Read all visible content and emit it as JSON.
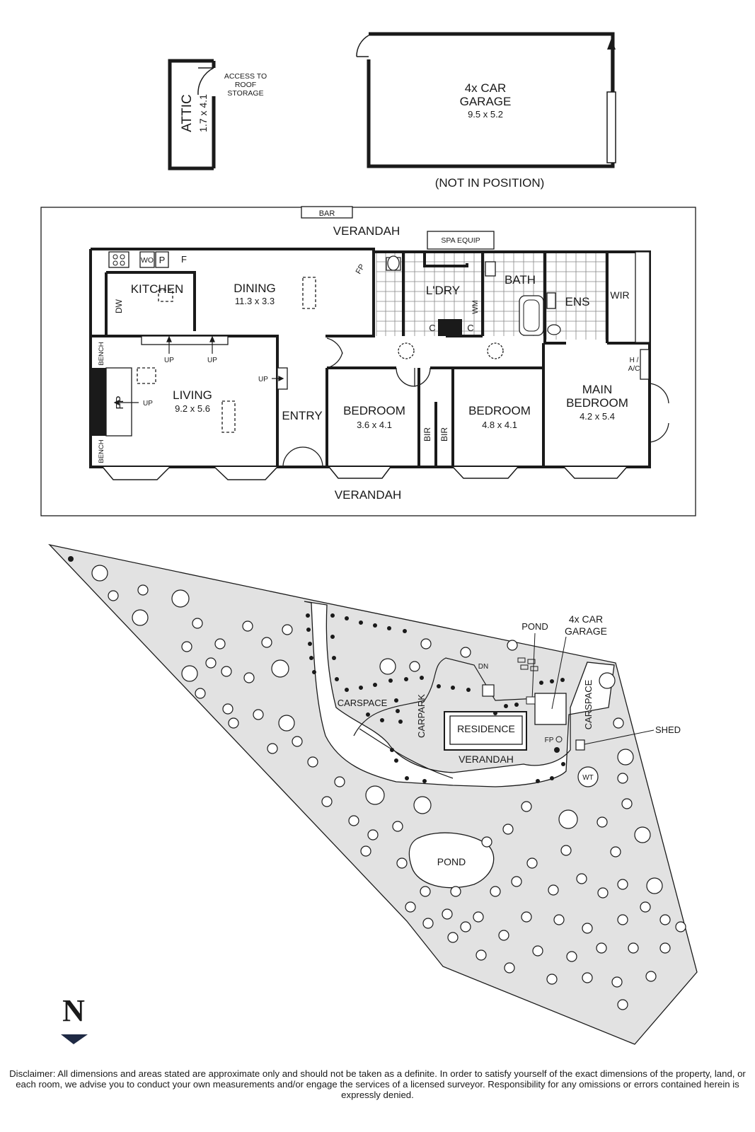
{
  "attic": {
    "label": "ATTIC",
    "dims": "1.7 x 4.1",
    "access_lines": [
      "ACCESS TO",
      "ROOF",
      "STORAGE"
    ]
  },
  "garage": {
    "lines": [
      "4x CAR",
      "GARAGE"
    ],
    "dims": "9.5 x 5.2",
    "note": "(NOT IN POSITION)"
  },
  "floorplan": {
    "bar": "BAR",
    "verandah_top": "VERANDAH",
    "verandah_bottom": "VERANDAH",
    "spa_equip": "SPA EQUIP",
    "kitchen": "KITCHEN",
    "dining": {
      "label": "DINING",
      "dims": "11.3 x 3.3"
    },
    "living": {
      "label": "LIVING",
      "dims": "9.2 x 5.6"
    },
    "entry": "ENTRY",
    "bedroom1": {
      "label": "BEDROOM",
      "dims": "3.6 x 4.1"
    },
    "bedroom2": {
      "label": "BEDROOM",
      "dims": "4.8 x 4.1"
    },
    "main_bedroom": {
      "lines": [
        "MAIN",
        "BEDROOM"
      ],
      "dims": "4.2 x 5.4"
    },
    "laundry": "L'DRY",
    "bath": "BATH",
    "ensuite": "ENS",
    "wir": "WIR",
    "hac": [
      "H /",
      "A/C"
    ],
    "wo": "WO",
    "p": "P",
    "f": "F",
    "dw": "DW",
    "bench": "BENCH",
    "fp": "FP",
    "wm": "WM",
    "c": "C",
    "up": "UP",
    "bir": "BIR"
  },
  "siteplan": {
    "pond_small": "POND",
    "garage_lines": [
      "4x CAR",
      "GARAGE"
    ],
    "dn": "DN",
    "carspace_left": "CARSPACE",
    "carpark": "CARPARK",
    "residence": "RESIDENCE",
    "verandah": "VERANDAH",
    "carspace_right": "CARSPACE",
    "shed": "SHED",
    "fp": "FP",
    "wt": "WT",
    "pond_large": "POND"
  },
  "north": "N",
  "disclaimer": "Disclaimer: All dimensions and areas stated are approximate only and should not be taken as a definite. In order to satisfy yourself of the exact dimensions of the property, land, or each room, we advise you to conduct your own measurements and/or engage the services of a licensed surveyor. Responsibility for any omissions or errors contained herein is expressly denied."
}
